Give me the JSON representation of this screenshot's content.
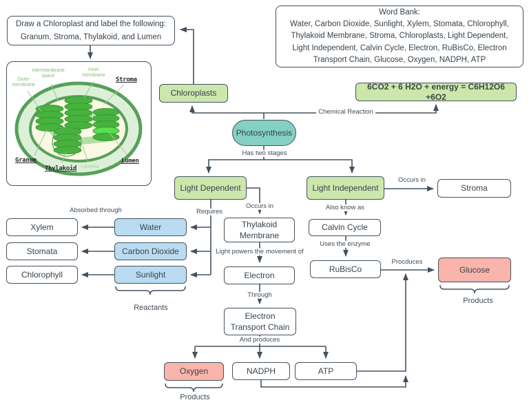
{
  "colors": {
    "line": "#45525e",
    "green_fill": "#cbe7ac",
    "blue_fill": "#b9dcf2",
    "pink_fill": "#f9b4ab",
    "teal_fill": "#84d0c2",
    "chloroplast_green": "#47b33e",
    "membrane_green": "#57a05b"
  },
  "task_box": {
    "line1": "Draw a Chloroplast and label the following:",
    "line2": "Granum, Stroma, Thylakoid, and Lumen"
  },
  "word_bank": {
    "title": "Word Bank:",
    "line1": "Water, Carbon Dioxide, Sunlight, Xylem, Stomata, Chlorophyll,",
    "line2": "Thylakoid Membrane, Stroma, Chloroplasts, Light Dependent,",
    "line3": "Light Independent, Calvin Cycle, Electron, RuBisCo, Electron",
    "line4": "Transport Chain, Glucose, Oxygen, NADPH, ATP"
  },
  "equation": "6CO2 + 6 H2O + energy = C6H12O6 +6O2",
  "nodes": {
    "chloroplasts": "Chloroplasts",
    "photosynthesis": "Photosynthesis",
    "light_dependent": "Light Dependent",
    "light_independent": "Light Independent",
    "stroma": "Stroma",
    "calvin_cycle": "Calvin Cycle",
    "rubisco": "RuBisCo",
    "glucose": "Glucose",
    "thylakoid_membrane_line1": "Thylakoid",
    "thylakoid_membrane_line2": "Membrane",
    "electron": "Electron",
    "etc_line1": "Electron",
    "etc_line2": "Transport Chain",
    "water": "Water",
    "carbon_dioxide": "Carbon Dioxide",
    "sunlight": "Sunlight",
    "xylem": "Xylem",
    "stomata": "Stomata",
    "chlorophyll": "Chlorophyll",
    "oxygen": "Oxygen",
    "nadph": "NADPH",
    "atp": "ATP"
  },
  "edge_labels": {
    "chemical_reaction": "Chemical Reaction",
    "has_two_stages": "Has two stages",
    "requires": "Requires",
    "absorbed_through": "Absorbed through",
    "occurs_in_left": "Occurs in",
    "occurs_in_right": "Occurs in",
    "also_know_as": "Also know as",
    "uses_the_enzyme": "Uses the enzyme",
    "procduces": "Procduces",
    "light_powers": "Light powers the movement of",
    "through": "Through",
    "and_produces": "And produces"
  },
  "group_labels": {
    "reactants": "Reactants",
    "products_left": "Products",
    "products_right": "Products"
  },
  "chloroplast_diagram": {
    "labels": {
      "outer_membrane": "Outer\nmembrane",
      "intermembrane_space": "Intermembrane\nspace",
      "inner_membrane": "Inner\nmembrane",
      "stroma": "Stroma",
      "granum": "Granum",
      "thylakoid": "Thylakoid",
      "lamella": "Lamella",
      "lumen": "Lumen"
    }
  }
}
